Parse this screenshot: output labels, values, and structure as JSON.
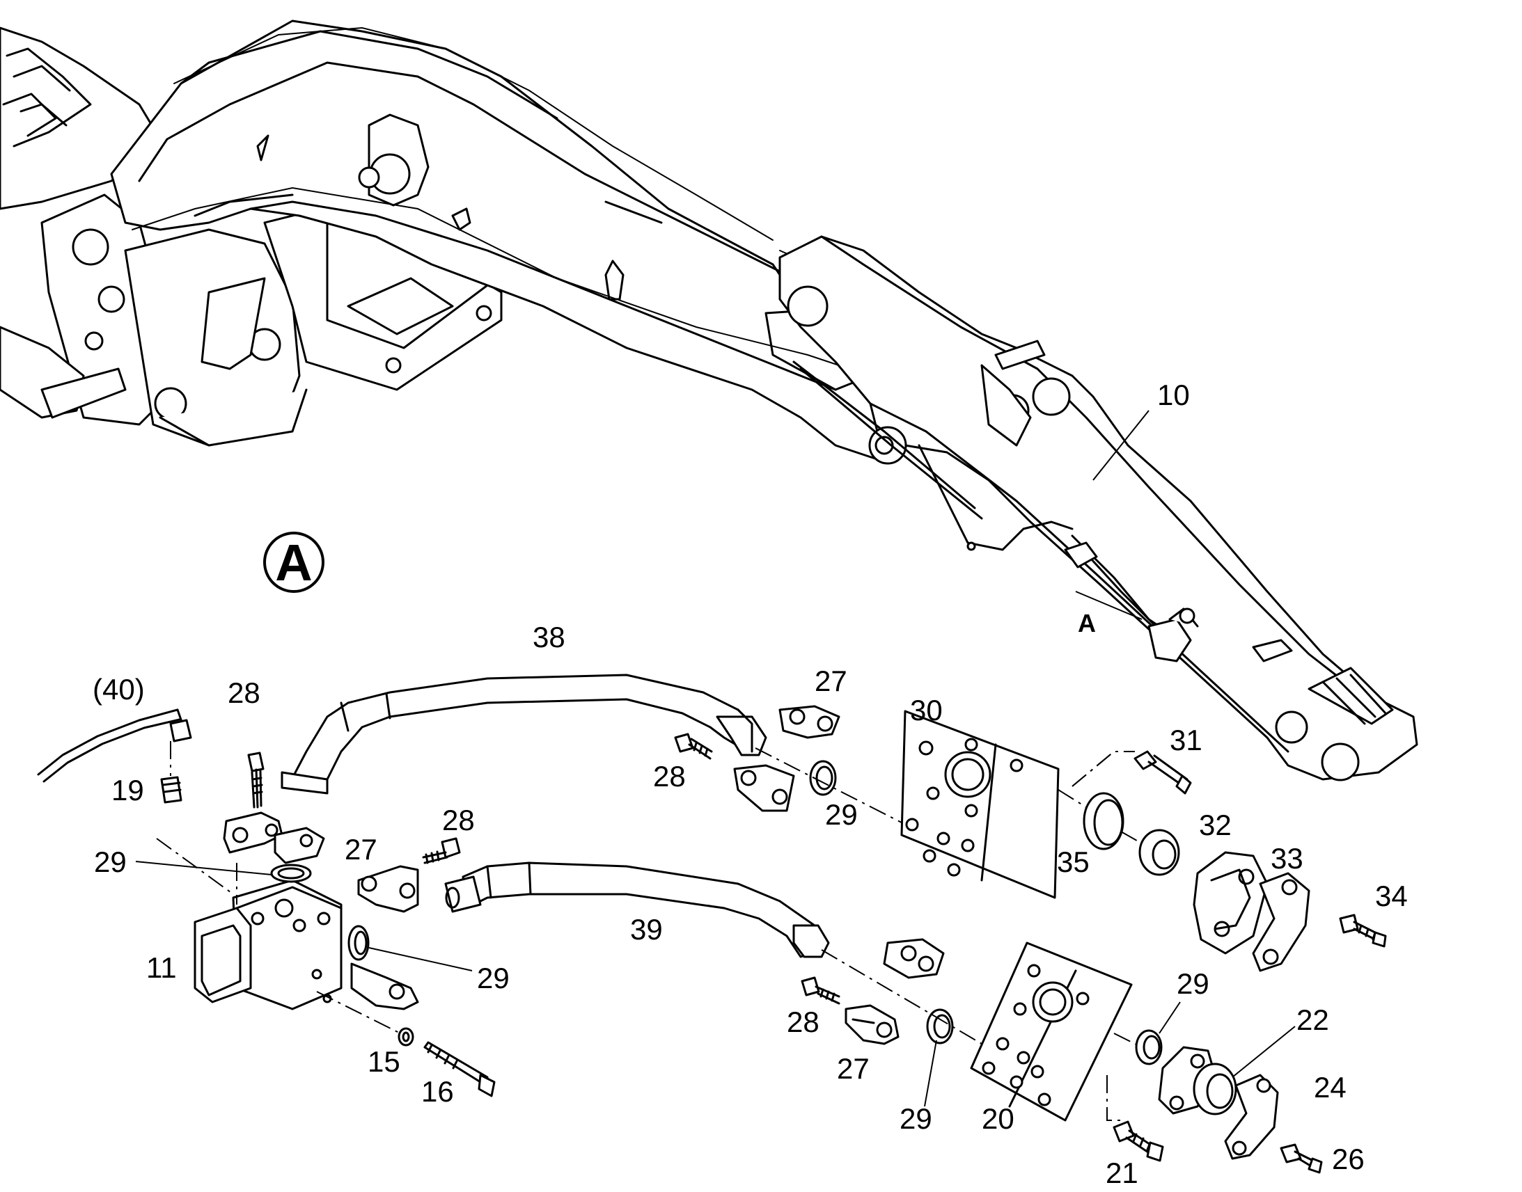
{
  "view_marker": "A",
  "detail_marker": "A",
  "callouts": {
    "p10": "10",
    "p11": "11",
    "p15": "15",
    "p16": "16",
    "p19": "19",
    "p20": "20",
    "p21": "21",
    "p22": "22",
    "p24": "24",
    "p26": "26",
    "p27a": "27",
    "p27b": "27",
    "p27c": "27",
    "p28a": "28",
    "p28b": "28",
    "p28c": "28",
    "p28d": "28",
    "p29a": "29",
    "p29b": "29",
    "p29c": "29",
    "p29d": "29",
    "p29e": "29",
    "p30": "30",
    "p31": "31",
    "p32": "32",
    "p33": "33",
    "p34": "34",
    "p35": "35",
    "p38": "38",
    "p39": "39",
    "p40": "(40)"
  }
}
